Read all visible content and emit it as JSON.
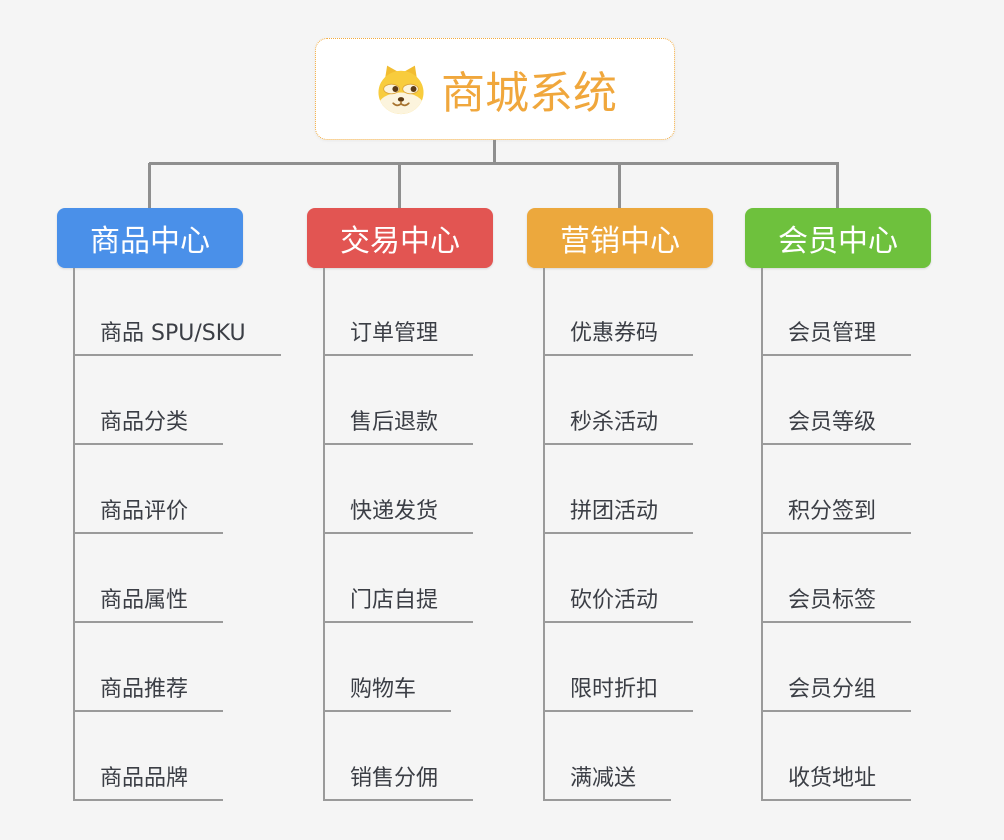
{
  "root": {
    "title": "商城系统",
    "icon": "dog-face-icon",
    "title_color": "#F0A73C",
    "border_color": "#F2AB3E"
  },
  "branches": [
    {
      "label": "商品中心",
      "color": "#4A90E9",
      "items": [
        "商品 SPU/SKU",
        "商品分类",
        "商品评价",
        "商品属性",
        "商品推荐",
        "商品品牌"
      ]
    },
    {
      "label": "交易中心",
      "color": "#E25552",
      "items": [
        "订单管理",
        "售后退款",
        "快递发货",
        "门店自提",
        "购物车",
        "销售分佣"
      ]
    },
    {
      "label": "营销中心",
      "color": "#ECA83D",
      "items": [
        "优惠券码",
        "秒杀活动",
        "拼团活动",
        "砍价活动",
        "限时折扣",
        "满减送"
      ]
    },
    {
      "label": "会员中心",
      "color": "#6EC13D",
      "items": [
        "会员管理",
        "会员等级",
        "积分签到",
        "会员标签",
        "会员分组",
        "收货地址"
      ]
    }
  ],
  "style": {
    "background_color": "#F5F5F5",
    "connector_color": "#8F8F8F",
    "leaf_line_color": "#9A9A9A",
    "leaf_text_color": "#3B3E45",
    "branch_text_color": "#FFFFFF"
  }
}
